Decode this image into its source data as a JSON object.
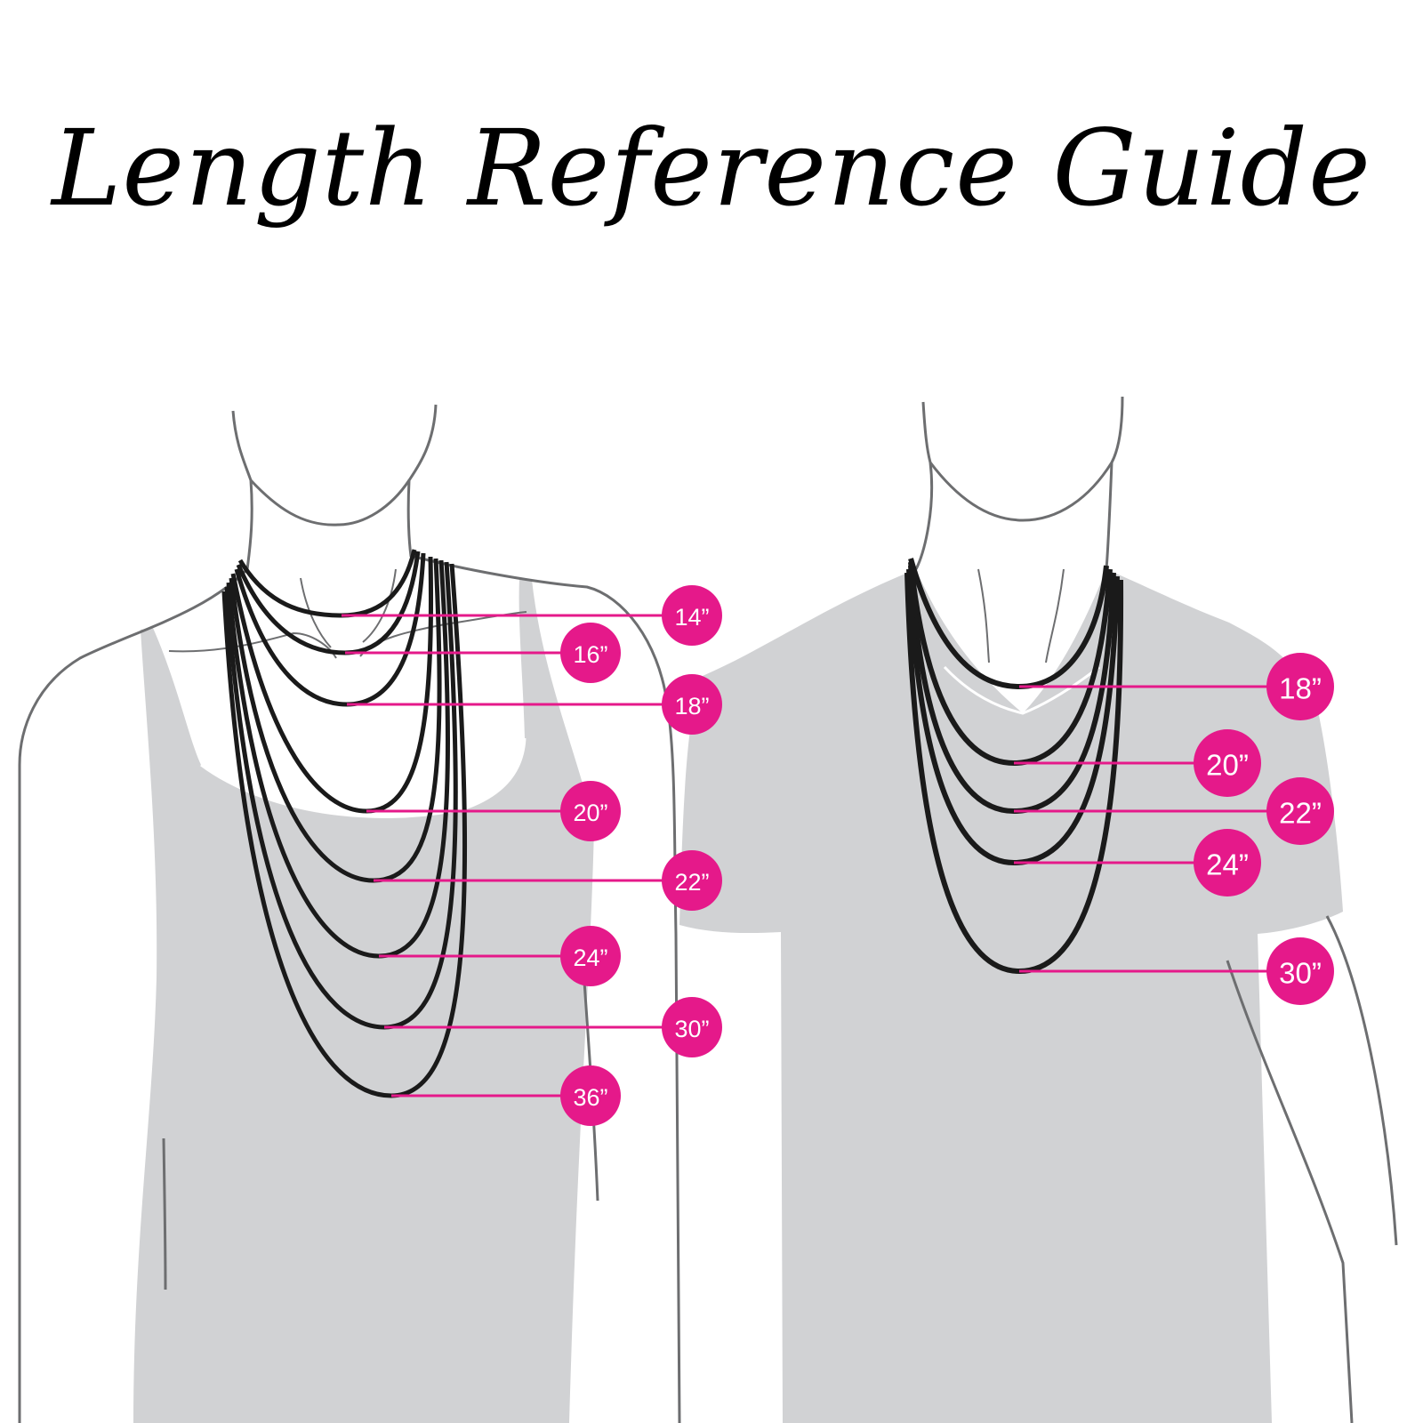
{
  "title": "Length Reference Guide",
  "colors": {
    "accent": "#e5198a",
    "garment": "#d1d2d4",
    "outline": "#6d6e70",
    "chain": "#1a1a1a",
    "background": "#ffffff"
  },
  "female": {
    "labels": [
      "14”",
      "16”",
      "18”",
      "20”",
      "22”",
      "24”",
      "30”",
      "36”"
    ]
  },
  "male": {
    "labels": [
      "18”",
      "20”",
      "22”",
      "24”",
      "30”"
    ]
  }
}
